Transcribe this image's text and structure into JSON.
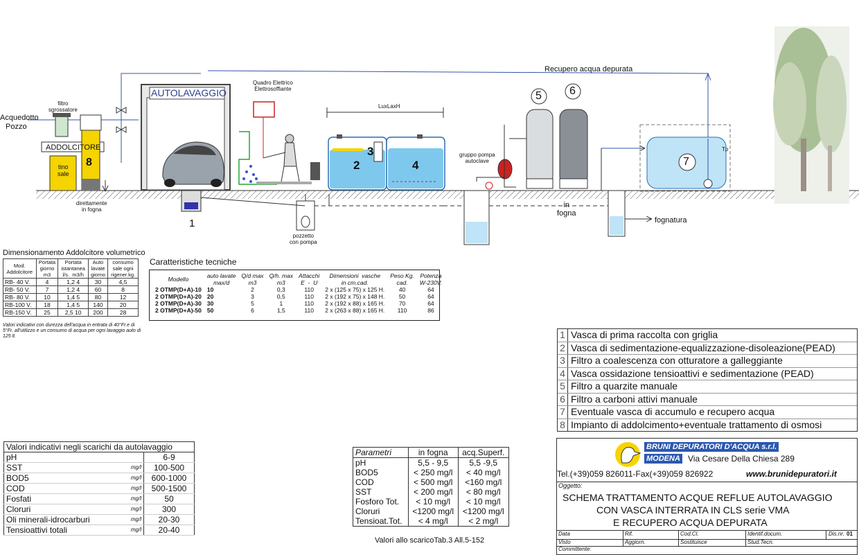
{
  "diagram": {
    "labels": {
      "acquedotto": "Acquedotto",
      "pozzo": "Pozzo",
      "filtro_sgrossatore": "filtro\nsgrossatore",
      "addolcitore": "ADDOLCITORE",
      "tino_sale": "tino\nsale",
      "direttamente_fogna": "direttamente\nin fogna",
      "autolavaggio": "AUTOLAVAGGIO",
      "quadro": "Quadro Elettrico\nElettrosoffiante",
      "pozzetto": "pozzetto\ncon pompa",
      "luxlaxh": "LuxLaxH",
      "gruppo_pompa": "gruppo pompa\nautoclave",
      "in_fogna": "in\nfogna",
      "fognatura": "fognatura",
      "recupero": "Recupero acqua depurata",
      "tp": "Tp"
    },
    "numbers": [
      "1",
      "2",
      "3",
      "4",
      "5",
      "6",
      "7",
      "8"
    ]
  },
  "softener": {
    "title": "Dimensionamento Addolcitore volumetrico",
    "headers": [
      "Mod.\nAddolcitore",
      "Portata\ngiorno\nm3",
      "Portata\nistantanea\nl/s.  m3/h",
      "Auto\nlavate\ngiorno",
      "consumo\nsale ogni\nrigener.kg."
    ],
    "rows": [
      [
        "RB- 40  V.",
        "4",
        "1,2   4",
        "30",
        "4,5"
      ],
      [
        "RB- 50  V.",
        "7",
        "1,2   4",
        "60",
        "8"
      ],
      [
        "RB- 80  V.",
        "10",
        "1,4   5",
        "80",
        "12"
      ],
      [
        "RB-100 V.",
        "18",
        "1,4   5",
        "140",
        "20"
      ],
      [
        "RB-150 V.",
        "25",
        "2,5  10",
        "200",
        "28"
      ]
    ],
    "note": "Valori indicativi con durezza dell'acqua in entrata di 40°Fr.e di 5°Fr. all'utilizzo  e un  consumo  di  acqua per ogni lavaggio auto  di 125 lt."
  },
  "tech": {
    "title": "Caratteristiche tecniche",
    "headers": [
      "Modello",
      "auto lavate\nmax/d",
      "Q/d max\nm3",
      "Q/h. max\nm3",
      "Attacchi\nE  -  U",
      "Dimensioni  vasche\nin cm.cad.",
      "Peso Kg.\ncad.",
      "Potenza\nW-230V."
    ],
    "rows": [
      [
        "2 OTMP(D+A)-10",
        "10",
        "2",
        "0,3",
        "110",
        "2 x (125 x 75) x 125 H.",
        "40",
        "64"
      ],
      [
        "2 OTMP(D+A)-20",
        "20",
        "3",
        "0,5",
        "110",
        "2 x (192 x 75) x 148 H.",
        "50",
        "64"
      ],
      [
        "2 OTMP(D+A)-30",
        "30",
        "5",
        "1",
        "110",
        "2 x (192 x 88) x 165 H.",
        "70",
        "64"
      ],
      [
        "2 OTMP(D+A)-50",
        "50",
        "6",
        "1,5",
        "110",
        "2 x (263 x 88) x 165 H.",
        "110",
        "86"
      ]
    ]
  },
  "legend": [
    {
      "num": "1",
      "text": "Vasca di prima raccolta con griglia"
    },
    {
      "num": "2",
      "text": "Vasca di sedimentazione-equalizzazione-disoleazione(PEAD)"
    },
    {
      "num": "3",
      "text": "Filtro a coalescenza con otturatore a galleggiante"
    },
    {
      "num": "4",
      "text": "Vasca ossidazione tensioattivi e sedimentazione (PEAD)"
    },
    {
      "num": "5",
      "text": "Filtro a quarzite manuale"
    },
    {
      "num": "6",
      "text": "Filtro a carboni attivi manuale"
    },
    {
      "num": "7",
      "text": "Eventuale vasca di accumulo e recupero acqua"
    },
    {
      "num": "8",
      "text": "Impianto di addolcimento+eventuale trattamento di osmosi"
    }
  ],
  "title_block": {
    "company": "BRUNI DEPURATORI D'ACQUA s.r.l.",
    "city": "MODENA",
    "address": "Via Cesare Della Chiesa 289",
    "contacts": "Tel.(+39)059  826011-Fax(+39)059  826922",
    "website": "www.brunidepuratori.it",
    "oggetto_label": "Oggetto:",
    "subject": [
      "SCHEMA  TRATTAMENTO ACQUE  REFLUE  AUTOLAVAGGIO",
      "CON VASCA INTERRATA IN CLS  serie VMA",
      "E RECUPERO ACQUA DEPURATA"
    ],
    "fields_row1": [
      "Data",
      "Rif.",
      "Cod.Cl.",
      "Identif.docum.",
      "Dis.nr."
    ],
    "drawing_number": "01",
    "fields_row2": [
      "Visto",
      "Aggiorn.",
      "Sostituisce",
      "Stud.Tecn."
    ],
    "committente": "Committente:"
  },
  "discharge": {
    "title": "Valori indicativi negli scarichi da autolavaggio",
    "rows": [
      {
        "name": "pH",
        "unit": "",
        "value": "6-9"
      },
      {
        "name": "SST",
        "unit": "mg/l",
        "value": "100-500"
      },
      {
        "name": "BOD5",
        "unit": "mg/l",
        "value": "600-1000"
      },
      {
        "name": "COD",
        "unit": "mg/l",
        "value": "500-1500"
      },
      {
        "name": "Fosfati",
        "unit": "mg/l",
        "value": "50"
      },
      {
        "name": "Cloruri",
        "unit": "mg/l",
        "value": "300"
      },
      {
        "name": "Oli minerali-idrocarburi",
        "unit": "mg/l",
        "value": "20-30"
      },
      {
        "name": "Tensioattivi totali",
        "unit": "mg/l",
        "value": "20-40"
      }
    ]
  },
  "params": {
    "headers": [
      "Parametri",
      "in fogna",
      "acq.Superf."
    ],
    "rows": [
      [
        "pH",
        "5,5 - 9,5",
        "5,5 -9,5"
      ],
      [
        "BOD5",
        "< 250 mg/l",
        "<  40 mg/l"
      ],
      [
        "COD",
        "< 500 mg/l",
        "<160 mg/l"
      ],
      [
        "SST",
        "< 200 mg/l",
        "<  80 mg/l"
      ],
      [
        "Fosforo Tot.",
        "< 10 mg/l",
        "< 10 mg/l"
      ],
      [
        "Cloruri",
        "<1200 mg/l",
        "<1200 mg/l"
      ],
      [
        "Tensioat.Tot.",
        "< 4 mg/l",
        "< 2 mg/l"
      ]
    ],
    "note": "Valori allo scaricoTab.3 All.5-152"
  },
  "colors": {
    "water": "#7ec8ee",
    "tank_outline": "#2b6fb5",
    "softener_yellow": "#f5d400",
    "cabinet": "#e8e8e8",
    "pipe_blue": "#3355aa",
    "pipe_green": "#22aa33",
    "pipe_red": "#cc2222"
  }
}
